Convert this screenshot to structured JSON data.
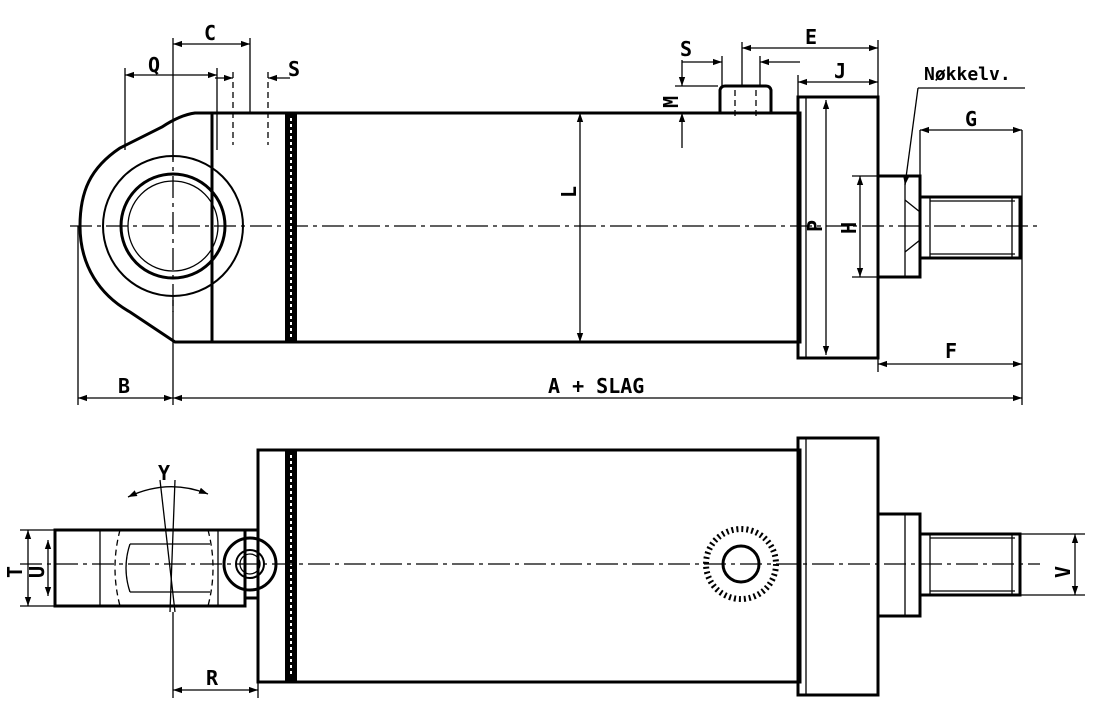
{
  "labels": {
    "c": "C",
    "q": "Q",
    "s_top": "S",
    "s_right": "S",
    "e": "E",
    "j": "J",
    "m": "M",
    "nokkelv": "Nøkkelv.",
    "g": "G",
    "l": "L",
    "p": "P",
    "h": "H",
    "b": "B",
    "a_slag": "A + SLAG",
    "f": "F",
    "y": "Y",
    "t": "T",
    "u": "U",
    "r": "R",
    "v": "V"
  }
}
